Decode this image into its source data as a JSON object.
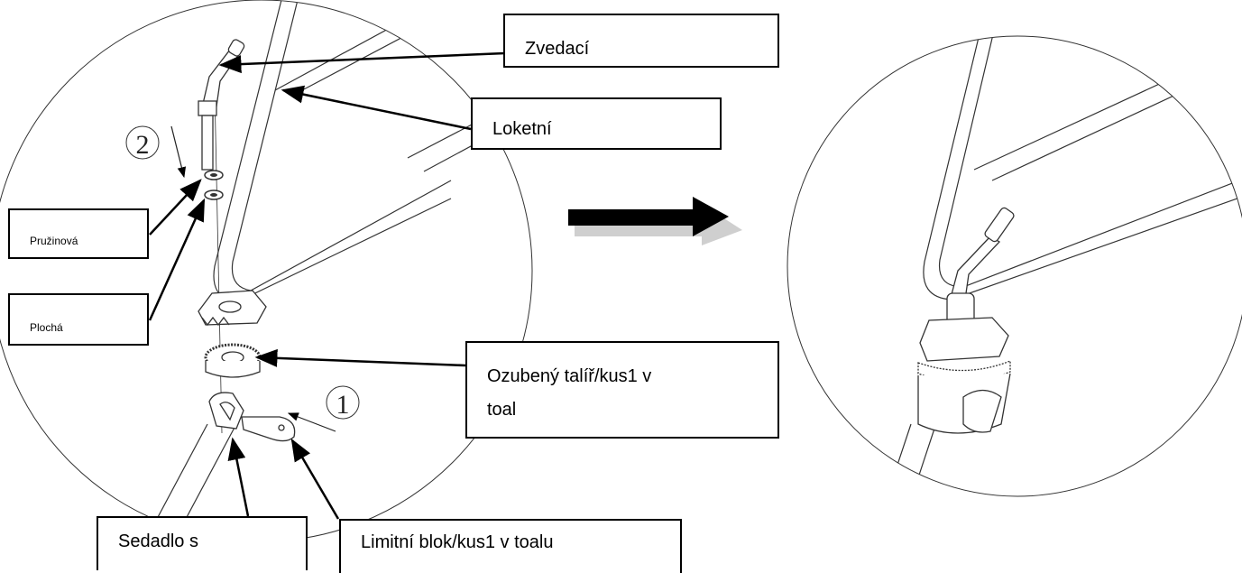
{
  "labels": {
    "lift": "Zvedací",
    "elbow": "Loketní",
    "spring": "Pružinová",
    "flat": "Plochá",
    "toothed_line1": "Ozubený talíř/kus1 v",
    "toothed_line2": "toal",
    "seat": "Sedadlo s",
    "limit": "Limitní blok/kus1 v toalu"
  },
  "steps": {
    "step1": "1",
    "step2": "2"
  }
}
